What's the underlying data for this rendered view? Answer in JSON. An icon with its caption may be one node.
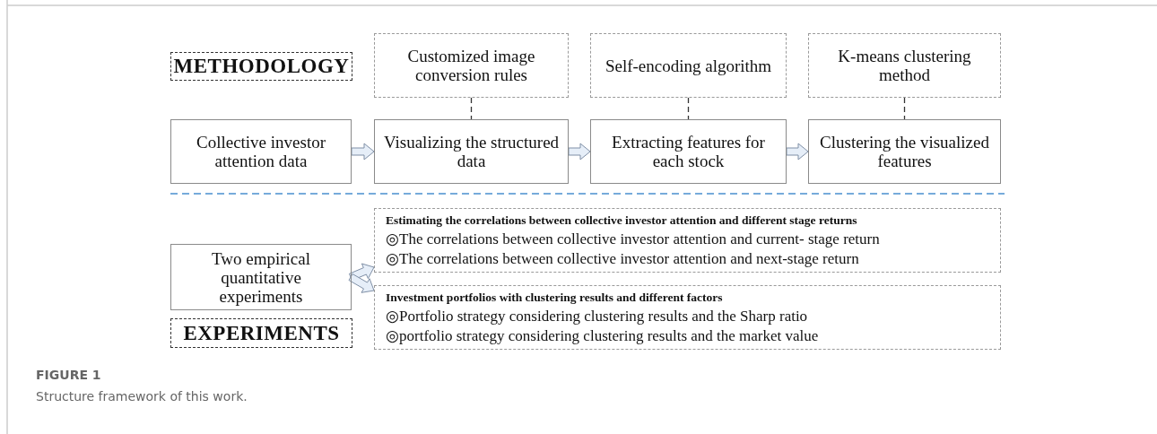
{
  "diagram": {
    "title": "FIGURE 1",
    "caption": "Structure framework of this work.",
    "nodes": [
      {
        "text": [
          "METHODOLOGY"
        ]
      },
      {
        "text": [
          "Customized image conversion rules"
        ]
      },
      {
        "text": [
          "Self-encoding algorithm"
        ]
      },
      {
        "text": [
          "K-means clustering method"
        ]
      },
      {
        "text": [
          "Collective investor attention data"
        ]
      },
      {
        "text": [
          "Visualizing the structured data"
        ]
      },
      {
        "text": [
          "Extracting features for each stock"
        ]
      },
      {
        "text": [
          "Clustering the visualized features"
        ]
      },
      {
        "text": [
          "Two empirical quantitative experiments"
        ]
      },
      {
        "text": [
          "Estimating the correlations between collective investor  attention and different stage returns",
          "◎The correlations between collective investor attention and current- stage return",
          "◎The correlations between collective investor attention and next-stage return"
        ]
      },
      {
        "text": [
          "Investment portfolios with clustering results and different factors",
          "◎Portfolio strategy considering clustering results and the Sharp ratio",
          "◎portfolio strategy considering clustering results and the market value"
        ]
      },
      {
        "text": [
          "EXPERIMENTS"
        ]
      }
    ],
    "edges": [
      {
        "from": 1,
        "to": 5,
        "arrow": "none",
        "style": "dashed"
      },
      {
        "from": 2,
        "to": 6,
        "arrow": "none",
        "style": "dashed"
      },
      {
        "from": 3,
        "to": 7,
        "arrow": "none",
        "style": "dashed"
      },
      {
        "from": 4,
        "to": 5,
        "arrow": "to",
        "style": "thick"
      },
      {
        "from": 5,
        "to": 6,
        "arrow": "to",
        "style": "thick"
      },
      {
        "from": 6,
        "to": 7,
        "arrow": "to",
        "style": "thick"
      },
      {
        "from": 8,
        "to": 9,
        "arrow": "to",
        "style": "thick"
      },
      {
        "from": 8,
        "to": 10,
        "arrow": "to",
        "style": "thick"
      }
    ]
  }
}
